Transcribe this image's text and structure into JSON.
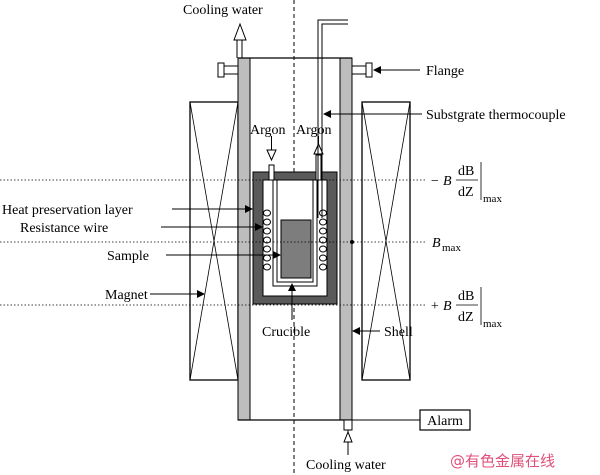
{
  "labels": {
    "cooling_water_top": "Cooling water",
    "cooling_water_bottom": "Cooling water",
    "flange": "Flange",
    "substrate_thermocouple": "Substgrate thermocouple",
    "argon_left": "Argon",
    "argon_right": "Argon",
    "heat_preservation_layer": "Heat preservation layer",
    "resistance_wire": "Resistance wire",
    "sample": "Sample",
    "magnet": "Magnet",
    "crucible": "Crucible",
    "shell": "Shell",
    "alarm": "Alarm"
  },
  "field_labels": {
    "top_prefix": "− B",
    "bmax_b": "B",
    "bottom_prefix": "+ B",
    "d_b": "dB",
    "d_z": "dZ",
    "max": "max"
  },
  "watermark": "@有色金属在线",
  "colors": {
    "shell_gray": "#bdbdbd",
    "heat_layer": "#5a5a5a",
    "sample_gray": "#7d7d7d",
    "watermark": "#e0507a"
  }
}
